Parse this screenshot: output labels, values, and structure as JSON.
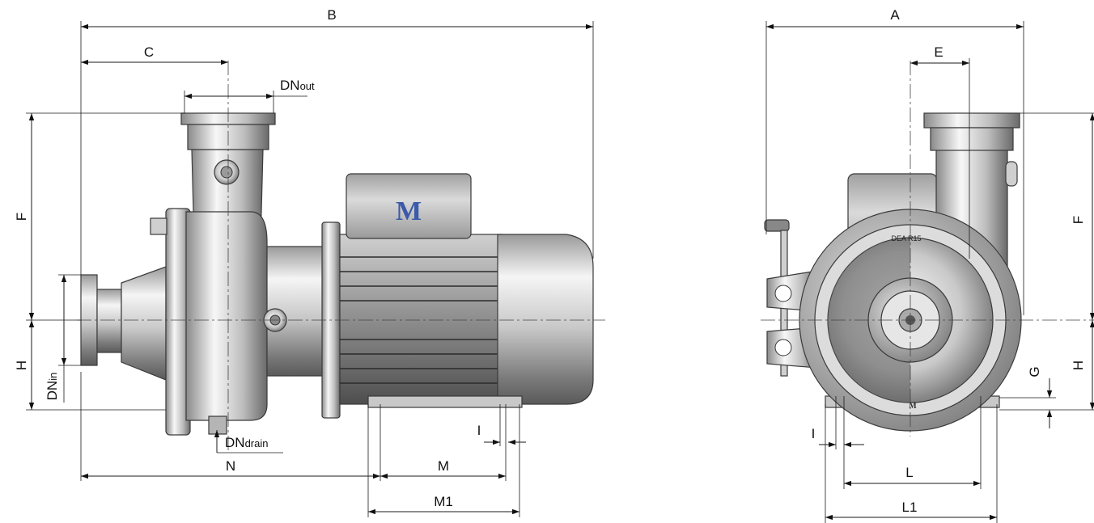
{
  "side_view": {
    "labels": {
      "B": "B",
      "C": "C",
      "F": "F",
      "H": "H",
      "N": "N",
      "M": "M",
      "M1": "M1",
      "I": "I",
      "DN_out_main": "DN",
      "DN_out_sub": "out",
      "DN_in_main": "DN",
      "DN_in_sub": "in",
      "DN_drain_main": "DN",
      "DN_drain_sub": "drain"
    },
    "logo_text": "M"
  },
  "front_view": {
    "labels": {
      "A": "A",
      "E": "E",
      "F": "F",
      "H": "H",
      "G": "G",
      "L": "L",
      "L1": "L1",
      "I": "I"
    },
    "plate_text": "DEA R15",
    "base_logo": "M"
  },
  "colors": {
    "metal_light": "#f2f2f2",
    "metal_mid": "#b8b8b8",
    "metal_dark": "#6e6e6e",
    "motor_dark": "#4a4a4a",
    "logo_blue": "#3b5aa8"
  }
}
